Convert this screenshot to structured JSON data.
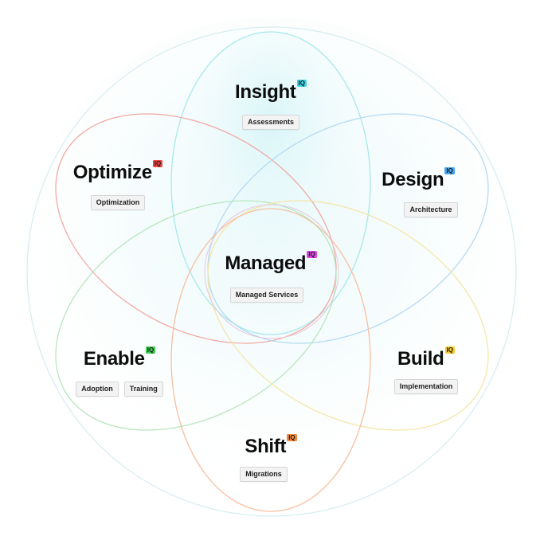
{
  "nodes": [
    {
      "id": "insight",
      "title": "Insight",
      "badge": "IQ",
      "color": "#3fd6e6",
      "tags": [
        "Assessments"
      ]
    },
    {
      "id": "optimize",
      "title": "Optimize",
      "badge": "IQ",
      "color": "#ef4444",
      "tags": [
        "Optimization"
      ]
    },
    {
      "id": "design",
      "title": "Design",
      "badge": "IQ",
      "color": "#4aa8f0",
      "tags": [
        "Architecture"
      ]
    },
    {
      "id": "managed",
      "title": "Managed",
      "badge": "IQ",
      "color": "#d94be0",
      "tags": [
        "Managed Services"
      ]
    },
    {
      "id": "enable",
      "title": "Enable",
      "badge": "IQ",
      "color": "#3ccf52",
      "tags": [
        "Adoption",
        "Training"
      ]
    },
    {
      "id": "build",
      "title": "Build",
      "badge": "IQ",
      "color": "#f5cc2e",
      "tags": [
        "Implementation"
      ]
    },
    {
      "id": "shift",
      "title": "Shift",
      "badge": "IQ",
      "color": "#f58a3c",
      "tags": [
        "Migrations"
      ]
    }
  ],
  "ring_colors": {
    "outer": "#d9edf0",
    "insight": "#a8e8ee",
    "optimize": "#f2a9a3",
    "design": "#b5daf3",
    "enable": "#b7e6bd",
    "build": "#f5e6a8",
    "shift": "#f7bfa0",
    "managed": "#e8c9dc"
  }
}
